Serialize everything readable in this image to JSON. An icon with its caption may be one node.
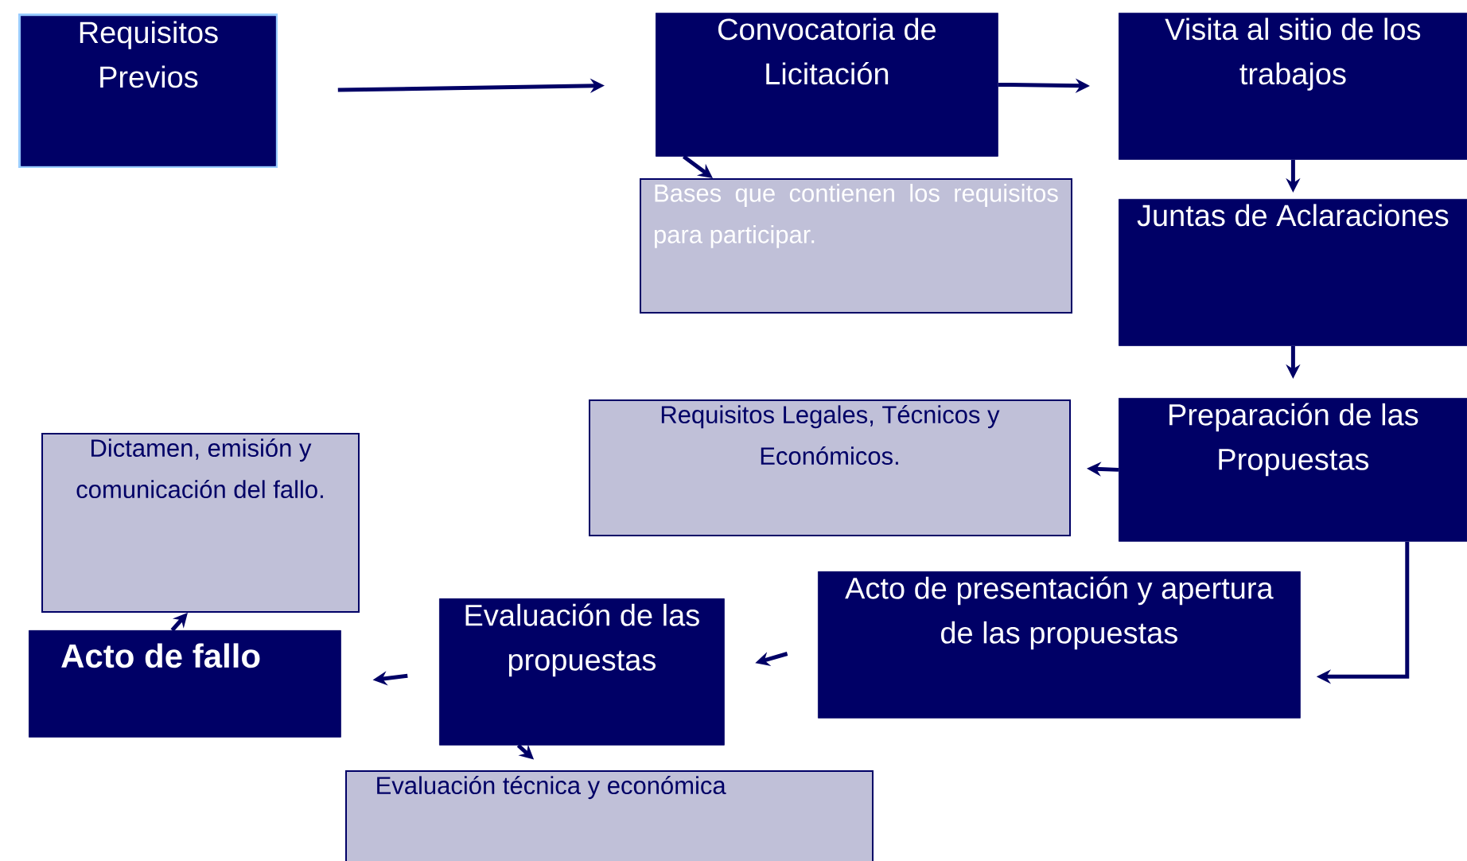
{
  "diagram": {
    "nodes": [
      {
        "text": [
          "Requisitos Previos"
        ]
      },
      {
        "text": [
          "Convocatoria de Licitación"
        ]
      },
      {
        "text": [
          "Bases que contienen los requisitos para participar."
        ]
      },
      {
        "text": [
          "Visita al sitio de los trabajos"
        ]
      },
      {
        "text": [
          "Juntas de Aclaraciones"
        ]
      },
      {
        "text": [
          "Preparación de las Propuestas"
        ]
      },
      {
        "text": [
          "Requisitos Legales, Técnicos y Económicos."
        ]
      },
      {
        "text": [
          "Acto de presentación y apertura de las propuestas"
        ]
      },
      {
        "text": [
          "Evaluación de las propuestas"
        ]
      },
      {
        "text": [
          "Evaluación técnica y económica"
        ]
      },
      {
        "text": [
          "Acto de fallo"
        ]
      },
      {
        "text": [
          "Dictamen, emisión y comunicación del fallo."
        ]
      }
    ],
    "edges": [
      {
        "from": 0,
        "to": 1,
        "arrow": "to"
      },
      {
        "from": 1,
        "to": 3,
        "arrow": "to"
      },
      {
        "from": 1,
        "to": 2,
        "arrow": "to"
      },
      {
        "from": 3,
        "to": 4,
        "arrow": "to"
      },
      {
        "from": 4,
        "to": 5,
        "arrow": "to"
      },
      {
        "from": 5,
        "to": 6,
        "arrow": "to"
      },
      {
        "from": 5,
        "to": 7,
        "arrow": "to"
      },
      {
        "from": 7,
        "to": 8,
        "arrow": "to"
      },
      {
        "from": 8,
        "to": 9,
        "arrow": "to"
      },
      {
        "from": 8,
        "to": 10,
        "arrow": "to"
      },
      {
        "from": 10,
        "to": 11,
        "arrow": "to"
      }
    ]
  }
}
